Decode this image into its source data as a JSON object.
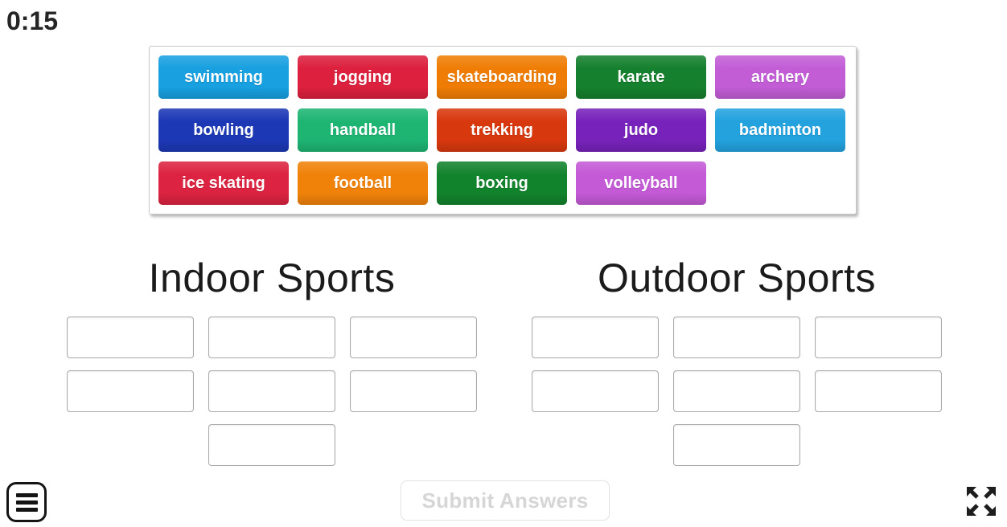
{
  "timer": {
    "value": "0:15"
  },
  "word_bank": {
    "rows": [
      [
        {
          "label": "swimming",
          "color": "#18a0e0"
        },
        {
          "label": "jogging",
          "color": "#dc203e"
        },
        {
          "label": "skateboarding",
          "color": "#ef7d05"
        },
        {
          "label": "karate",
          "color": "#15802d"
        },
        {
          "label": "archery",
          "color": "#c25dd6"
        }
      ],
      [
        {
          "label": "bowling",
          "color": "#1c38b5"
        },
        {
          "label": "handball",
          "color": "#1eb573"
        },
        {
          "label": "trekking",
          "color": "#d8380e"
        },
        {
          "label": "judo",
          "color": "#7722ba"
        },
        {
          "label": "badminton",
          "color": "#23a2de"
        }
      ],
      [
        {
          "label": "ice skating",
          "color": "#dc2341"
        },
        {
          "label": "football",
          "color": "#f0820a"
        },
        {
          "label": "boxing",
          "color": "#12832d"
        },
        {
          "label": "volleyball",
          "color": "#c45ad6"
        }
      ]
    ]
  },
  "groups": [
    {
      "title": "Indoor Sports",
      "slot_rows": [
        3,
        3,
        1
      ]
    },
    {
      "title": "Outdoor Sports",
      "slot_rows": [
        3,
        3,
        1
      ]
    }
  ],
  "footer": {
    "submit_label": "Submit Answers",
    "menu_icon": "hamburger-menu-icon",
    "fullscreen_icon": "fullscreen-expand-icon"
  },
  "colors": {
    "timer_text": "#252525",
    "heading_text": "#1b1b1b",
    "slot_border": "#a8a8a8",
    "disabled_button_text": "#d6d6d6",
    "icon_ink": "#1d1d1d"
  }
}
